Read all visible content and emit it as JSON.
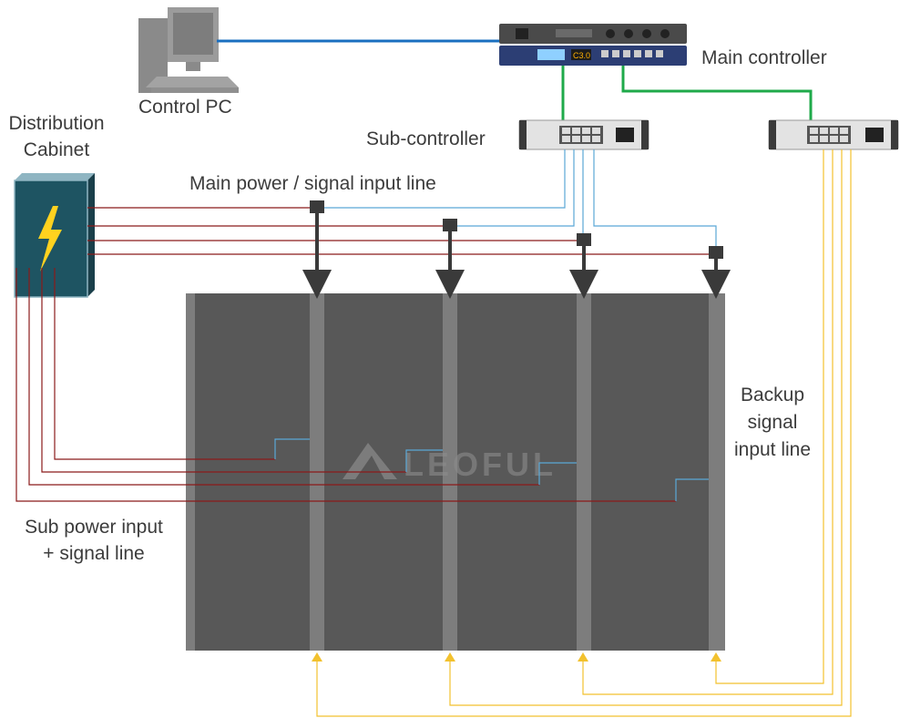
{
  "labels": {
    "control_pc": "Control PC",
    "main_controller": "Main controller",
    "sub_controller": "Sub-controller",
    "distribution_cabinet_line1": "Distribution",
    "distribution_cabinet_line2": "Cabinet",
    "main_power_signal": "Main power / signal input line",
    "backup_line1": "Backup",
    "backup_line2": "signal",
    "backup_line3": "input line",
    "sub_power_line1": "Sub power input",
    "sub_power_line2": "+ signal line"
  },
  "device_text": {
    "controller_display": "C3.0"
  },
  "watermark": "LEOFUL",
  "colors": {
    "pc_link": "#1a6fc0",
    "network_link": "#1faa4a",
    "power_line": "#8b1a1a",
    "signal_line": "#5aa8d6",
    "backup_line": "#f2c12e",
    "screen": "#585858",
    "screen_bar": "#7d7d7d",
    "cabinet": "#1e5462",
    "connector": "#3a3a3a"
  }
}
